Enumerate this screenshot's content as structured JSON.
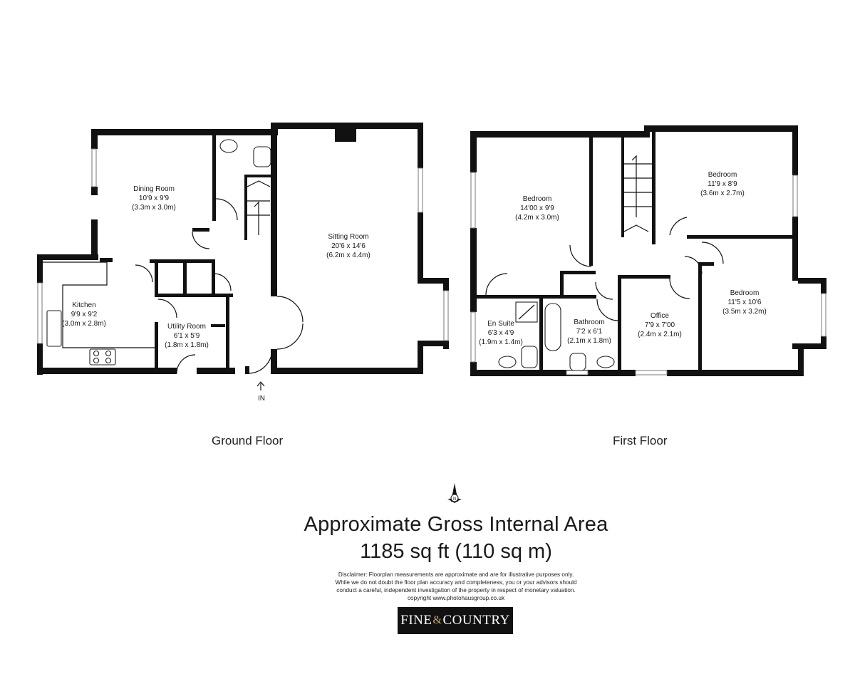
{
  "ground_floor": {
    "label": "Ground Floor",
    "entrance": "IN",
    "rooms": [
      {
        "name": "Dining Room",
        "size": "10'9 x 9'9",
        "metric": "(3.3m x 3.0m)"
      },
      {
        "name": "Sitting Room",
        "size": "20'6 x 14'6",
        "metric": "(6.2m x 4.4m)"
      },
      {
        "name": "Kitchen",
        "size": "9'9 x 9'2",
        "metric": "(3.0m x 2.8m)"
      },
      {
        "name": "Utility Room",
        "size": "6'1 x 5'9",
        "metric": "(1.8m x 1.8m)"
      }
    ]
  },
  "first_floor": {
    "label": "First Floor",
    "rooms": [
      {
        "name": "Bedroom",
        "size": "14'00 x 9'9",
        "metric": "(4.2m x 3.0m)"
      },
      {
        "name": "Bedroom",
        "size": "11'9 x 8'9",
        "metric": "(3.6m x 2.7m)"
      },
      {
        "name": "Bedroom",
        "size": "11'5 x 10'6",
        "metric": "(3.5m x 3.2m)"
      },
      {
        "name": "En Suite",
        "size": "6'3 x 4'9",
        "metric": "(1.9m x 1.4m)"
      },
      {
        "name": "Bathroom",
        "size": "7'2 x 6'1",
        "metric": "(2.1m x 1.8m)"
      },
      {
        "name": "Office",
        "size": "7'9 x 7'00",
        "metric": "(2.4m x 2.1m)"
      }
    ]
  },
  "compass_label": "N",
  "area": {
    "title": "Approximate Gross Internal Area",
    "value": "1185 sq ft (110 sq m)"
  },
  "disclaimer": {
    "line1": "Disclaimer: Floorplan measurements are approximate and are for illustrative purposes only.",
    "line2": "While we do not doubt the floor plan accuracy and completeness, you or your advisors should",
    "line3": "conduct a careful, independent investigation of the property in respect of monetary valuation.",
    "line4": "copyright www.photohausgroup.co.uk"
  },
  "logo": {
    "left": "FINE",
    "amp": "&",
    "right": "COUNTRY"
  }
}
